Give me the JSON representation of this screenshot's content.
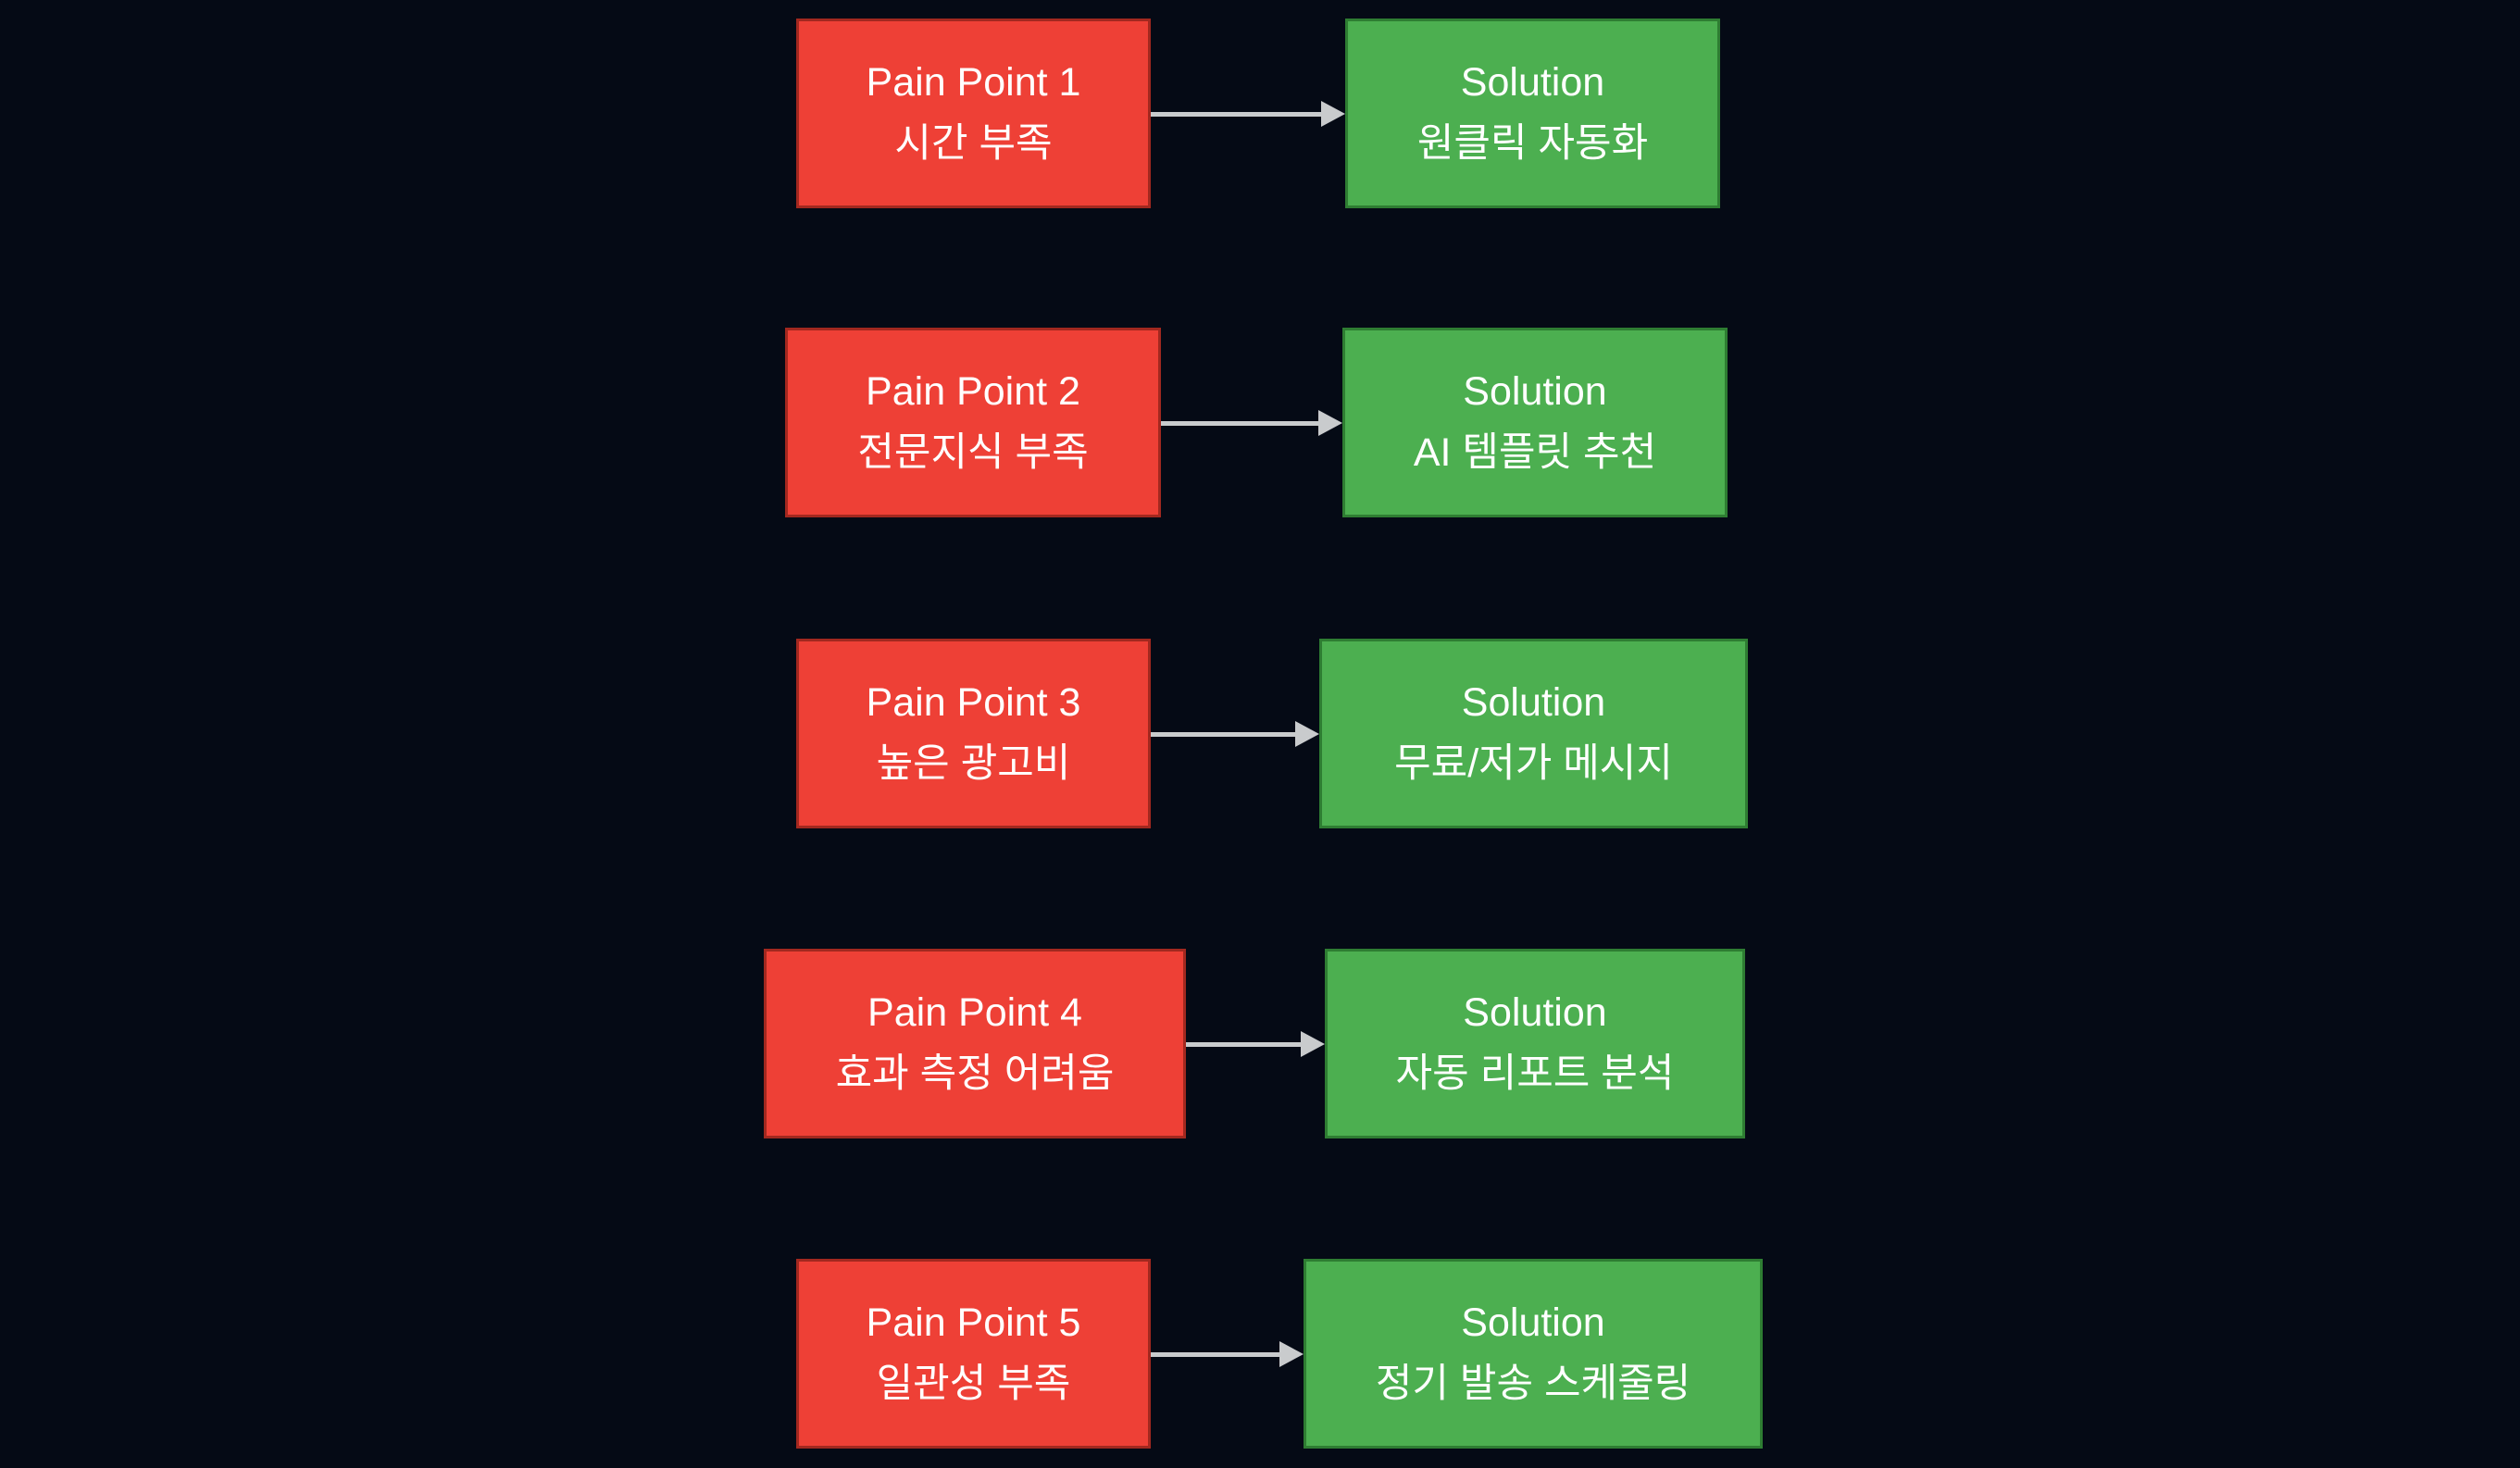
{
  "diagram": {
    "rows": [
      {
        "pain_title": "Pain Point 1",
        "pain_subtitle": "시간 부족",
        "solution_title": "Solution",
        "solution_subtitle": "원클릭 자동화"
      },
      {
        "pain_title": "Pain Point 2",
        "pain_subtitle": "전문지식 부족",
        "solution_title": "Solution",
        "solution_subtitle": "AI 템플릿 추천"
      },
      {
        "pain_title": "Pain Point 3",
        "pain_subtitle": "높은 광고비",
        "solution_title": "Solution",
        "solution_subtitle": "무료/저가 메시지"
      },
      {
        "pain_title": "Pain Point 4",
        "pain_subtitle": "효과 측정 어려움",
        "solution_title": "Solution",
        "solution_subtitle": "자동 리포트 분석"
      },
      {
        "pain_title": "Pain Point 5",
        "pain_subtitle": "일관성 부족",
        "solution_title": "Solution",
        "solution_subtitle": "정기 발송 스케줄링"
      }
    ]
  },
  "colors": {
    "background": "#050a15",
    "pain_box_fill": "#ee4036",
    "pain_box_border": "#a2281f",
    "solution_box_fill": "#4caf50",
    "solution_box_border": "#2e7d32",
    "arrow": "#c9cbcd",
    "text": "#ffffff"
  }
}
